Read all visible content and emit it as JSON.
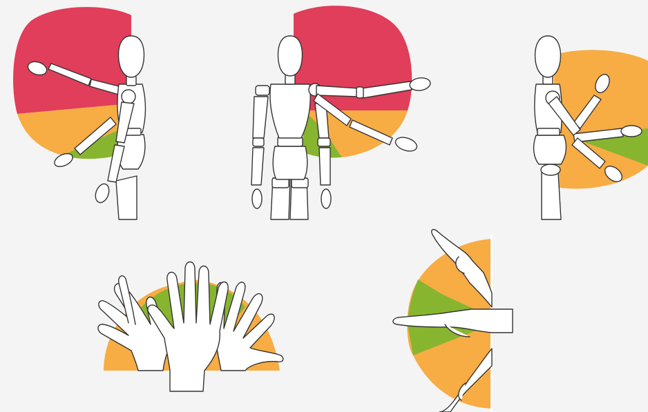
{
  "colors": {
    "background": "#f4f4f4",
    "zone_red": "#e03e5a",
    "zone_orange": "#f7ac44",
    "zone_green": "#87b52f",
    "outline": "#333333",
    "figure_fill": "#ffffff"
  },
  "panels": [
    {
      "name": "shoulder-side-view",
      "figure": "wooden-mannequin",
      "zones": [
        "red",
        "orange",
        "green"
      ]
    },
    {
      "name": "shoulder-back-view",
      "figure": "wooden-mannequin",
      "zones": [
        "red",
        "orange",
        "green"
      ]
    },
    {
      "name": "shoulder-side-view-forward-reach",
      "figure": "wooden-mannequin",
      "zones": [
        "orange",
        "green"
      ]
    },
    {
      "name": "wrist-radial-ulnar-spread",
      "figure": "hands",
      "zones": [
        "orange",
        "green"
      ]
    },
    {
      "name": "wrist-flexion-extension",
      "figure": "hands",
      "zones": [
        "orange",
        "green"
      ]
    }
  ]
}
